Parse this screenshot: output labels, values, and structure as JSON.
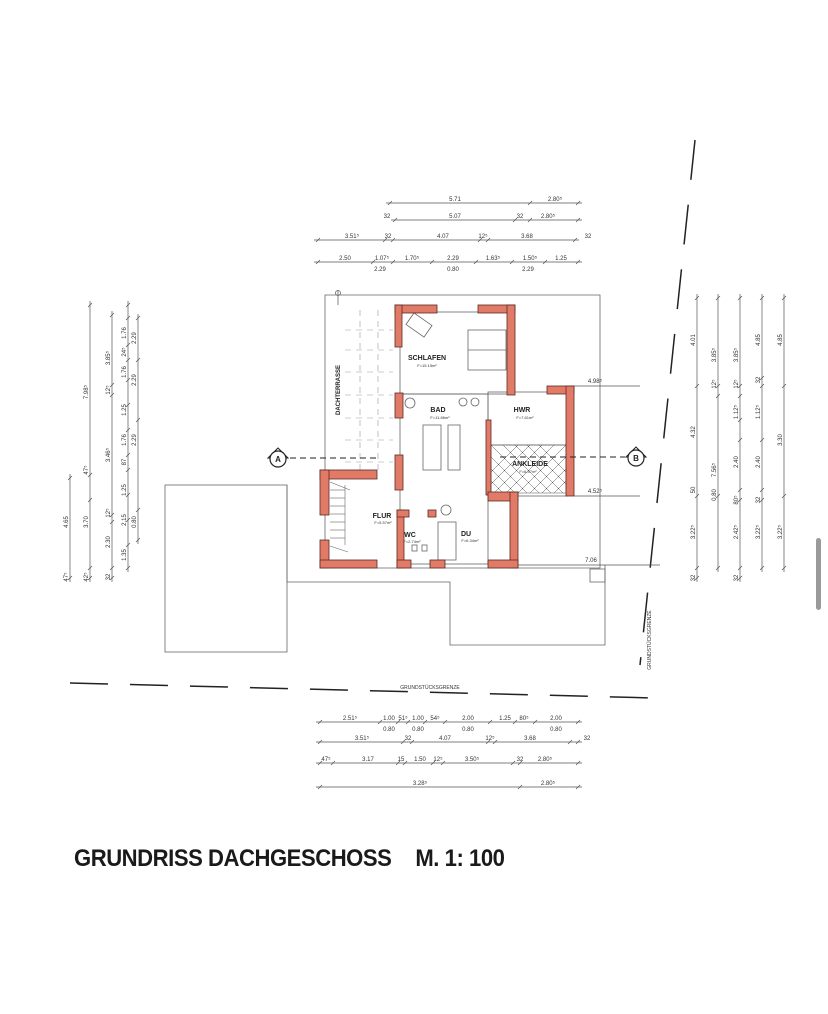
{
  "title": "GRUNDRISS DACHGESCHOSS",
  "scale": "M. 1: 100",
  "colors": {
    "wall": "#e27a68",
    "line": "#555555"
  },
  "rooms": [
    {
      "name": "SCHLAFEN",
      "area": "F=15.15m²"
    },
    {
      "name": "BAD",
      "area": "F=11.86m²"
    },
    {
      "name": "HWR",
      "area": "F=7.61m²"
    },
    {
      "name": "ANKLEIDE",
      "area": "F=6.57m²"
    },
    {
      "name": "FLUR",
      "area": "F=5.57m²"
    },
    {
      "name": "WC",
      "area": "F=2.74m²"
    },
    {
      "name": "DU",
      "area": "F=6.34m²"
    }
  ],
  "labels": {
    "terrace": "DACHTERRASSE",
    "property_line": "GRUNDSTÜCKSGRENZE",
    "property_line_side": "GRUNDSTÜCKSGRENZE",
    "section_a": "A",
    "section_b": "B",
    "dim_706": "7.06",
    "dim_498": "4.98⁵",
    "dim_452": "4.52⁵"
  },
  "dimensions": {
    "top": [
      [
        "5.71",
        "2.80⁵"
      ],
      [
        "32",
        "5.07",
        "32",
        "2.80⁵"
      ],
      [
        "3.51⁵",
        "32",
        "4.07",
        "12⁵",
        "3.68",
        "32"
      ],
      [
        "2.50",
        "1.07⁵",
        "1.70⁵",
        "2.29",
        "1.63⁵",
        "1.50⁵",
        "1.25"
      ],
      [
        "2.29",
        "0.80",
        "2.29"
      ]
    ],
    "bottom": [
      [
        "2.51⁵",
        "1.00",
        "51⁵",
        "1.00",
        "54⁵",
        "2.00",
        "1.25",
        "80⁵",
        "2.00"
      ],
      [
        "0.80",
        "0.80",
        "0.80",
        "0.80"
      ],
      [
        "3.51⁵",
        "32",
        "4.07",
        "12⁵",
        "3.68",
        "32"
      ],
      [
        "47⁵",
        "3.17",
        "15",
        "1.50",
        "12⁵",
        "3.50⁵",
        "32",
        "2.80⁵"
      ],
      [
        "3.28⁵",
        "2.80⁵"
      ]
    ],
    "left": [
      [
        "4.65",
        "47⁵"
      ],
      [
        "7.98⁵",
        "47⁵",
        "3.70",
        "42⁵"
      ],
      [
        "3.85⁵",
        "12⁵",
        "3.46⁵",
        "12⁵",
        "2.30",
        "32"
      ],
      [
        "1.76",
        "24⁵",
        "1.76",
        "1.25",
        "1.76",
        "87",
        "1.25",
        "2.15",
        "1.35"
      ],
      [
        "2.29",
        "2.29",
        "2.29",
        "0.80"
      ]
    ],
    "right": [
      [
        "4.01",
        "4.32",
        "50",
        "3.22⁵",
        "32"
      ],
      [
        "3.85⁵",
        "12⁵",
        "7.56⁵",
        "0.80"
      ],
      [
        "3.85⁵",
        "12⁵",
        "1.12⁵",
        "2.40",
        "80⁵",
        "2.42⁵",
        "32"
      ],
      [
        "4.85",
        "32",
        "1.12⁵",
        "2.40",
        "32",
        "3.22⁵"
      ],
      [
        "4.85",
        "3.30",
        "3.22⁵"
      ]
    ]
  }
}
